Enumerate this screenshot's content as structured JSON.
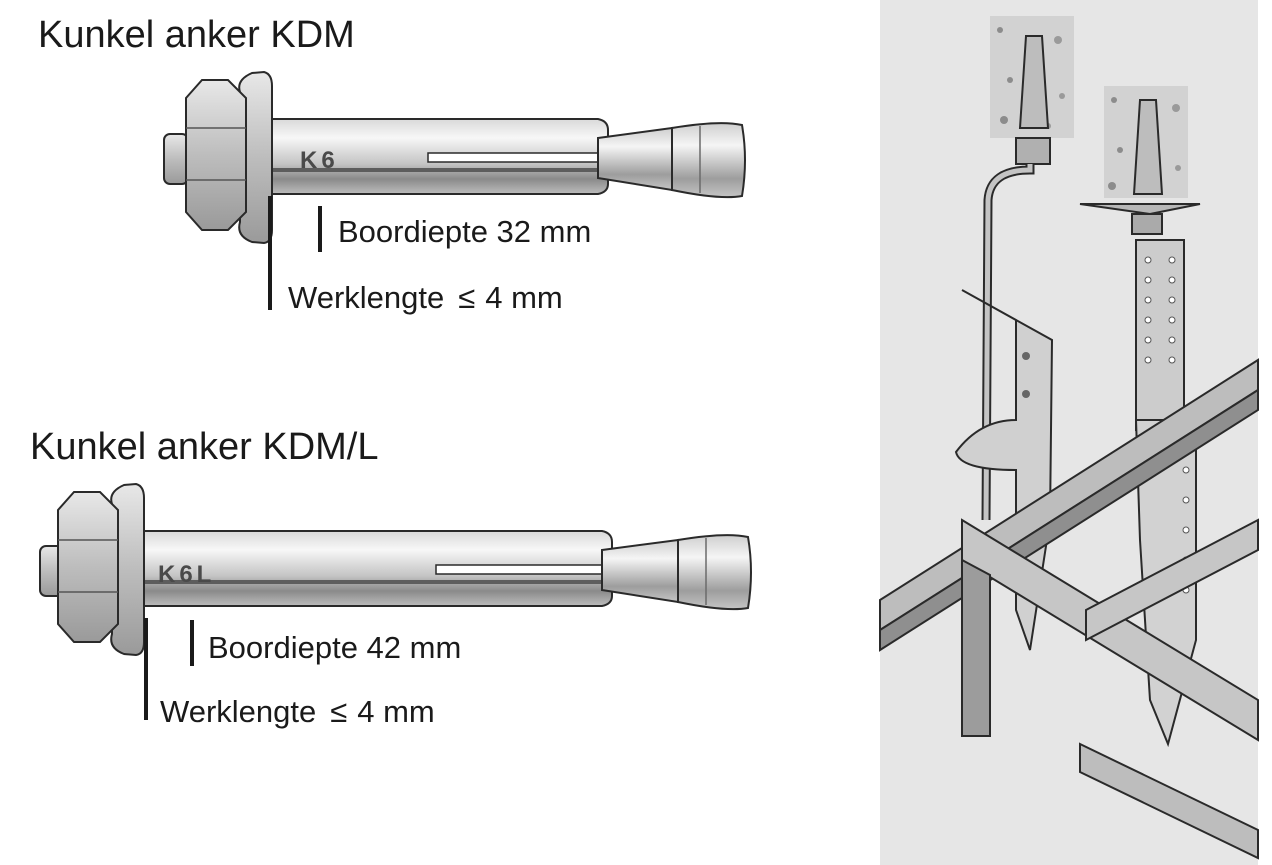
{
  "anchors": [
    {
      "title": "Kunkel anker KDM",
      "stamp": "K6",
      "drill_depth_label": "Boordiepte 32 mm",
      "working_length_label": "Werklengte",
      "working_length_symbol": "≤",
      "working_length_value": "4 mm"
    },
    {
      "title": "Kunkel anker KDM/L",
      "stamp": "K6L",
      "drill_depth_label": "Boordiepte 42 mm",
      "working_length_label": "Werklengte",
      "working_length_symbol": "≤",
      "working_length_value": "4 mm"
    }
  ],
  "colors": {
    "panel": "#e6e6e6",
    "steel_light": "#f2f2f2",
    "steel_mid": "#c9c9c9",
    "steel_dark": "#7a7a7a",
    "outline": "#2a2a2a",
    "concrete": "#d6d6d6"
  }
}
